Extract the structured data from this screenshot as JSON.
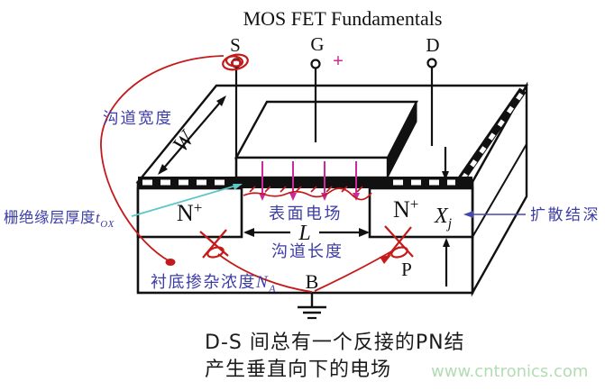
{
  "title": "MOS FET Fundamentals",
  "terminals": {
    "source": "S",
    "gate": "G",
    "drain": "D",
    "gate_bias": "+"
  },
  "regions": {
    "n_base": "N",
    "n_sup": "+",
    "p_substrate": "P",
    "bulk": "B"
  },
  "dimensions": {
    "channel_width_symbol": "W",
    "channel_length_symbol": "L",
    "junction_depth_base": "X",
    "junction_depth_sub": "j"
  },
  "annotations": {
    "channel_width": "沟道宽度",
    "gate_oxide_thickness": "栅绝缘层厚度",
    "gate_oxide_symbol": "t",
    "gate_oxide_sub": "OX",
    "surface_field": "表面电场",
    "channel_length": "沟道长度",
    "junction_depth": "扩散结深",
    "substrate_doping": "衬底掺杂浓度",
    "substrate_doping_symbol": "N",
    "substrate_doping_sub": "A"
  },
  "captions": {
    "line1": "D-S 间总有一个反接的PN结",
    "line2": "产生垂直向下的电场"
  },
  "watermark": "www.cntronics.com",
  "colors": {
    "annotation_blue": "#3d3da6",
    "field_magenta": "#cb2b99",
    "sketch_red": "#c41a1a",
    "pointer_cyan": "#5cc7c7",
    "pointer_blue": "#4747ad",
    "caption_dark": "#1c1c1c",
    "watermark_green": "#b2dcb2",
    "line_black": "#111111"
  }
}
